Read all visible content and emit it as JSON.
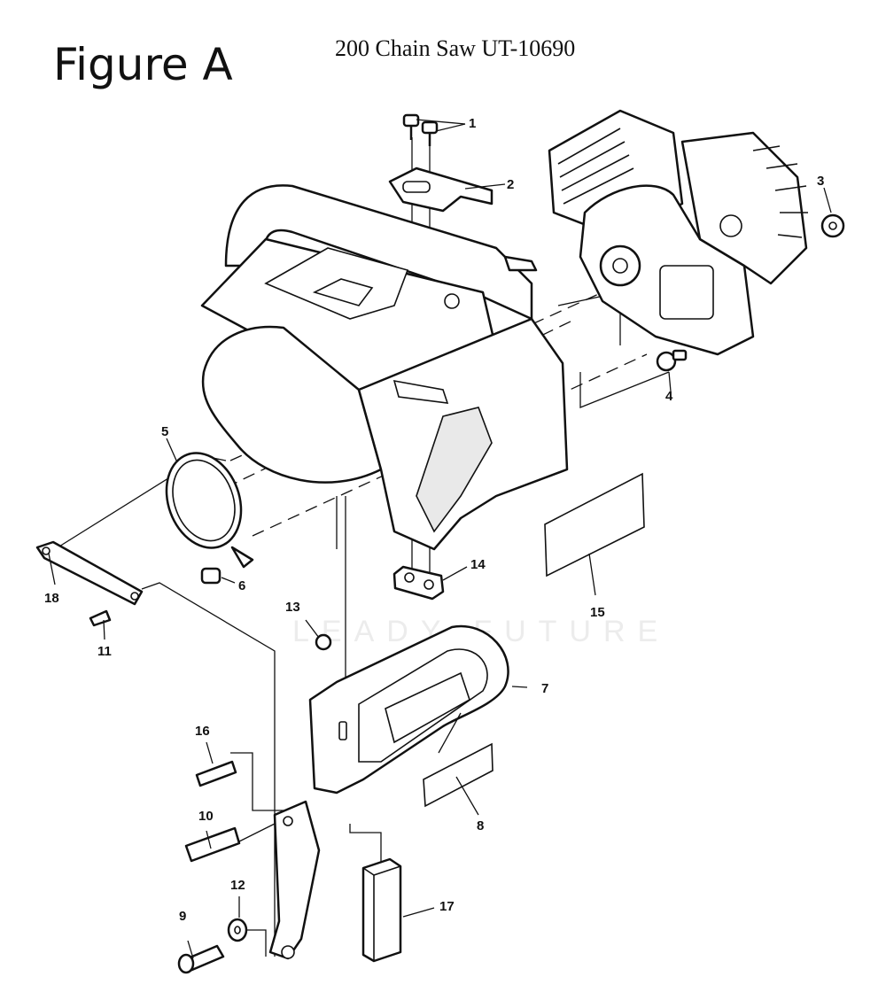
{
  "figure_label": "Figure A",
  "title": "200 Chain Saw UT-10690",
  "callouts": [
    {
      "id": "1",
      "label": "1"
    },
    {
      "id": "2",
      "label": "2"
    },
    {
      "id": "3",
      "label": "3"
    },
    {
      "id": "4",
      "label": "4"
    },
    {
      "id": "5",
      "label": "5"
    },
    {
      "id": "6",
      "label": "6"
    },
    {
      "id": "7",
      "label": "7"
    },
    {
      "id": "8",
      "label": "8"
    },
    {
      "id": "9",
      "label": "9"
    },
    {
      "id": "10",
      "label": "10"
    },
    {
      "id": "11",
      "label": "11"
    },
    {
      "id": "12",
      "label": "12"
    },
    {
      "id": "13",
      "label": "13"
    },
    {
      "id": "14",
      "label": "14"
    },
    {
      "id": "15",
      "label": "15"
    },
    {
      "id": "16",
      "label": "16"
    },
    {
      "id": "17",
      "label": "17"
    },
    {
      "id": "18",
      "label": "18"
    }
  ]
}
